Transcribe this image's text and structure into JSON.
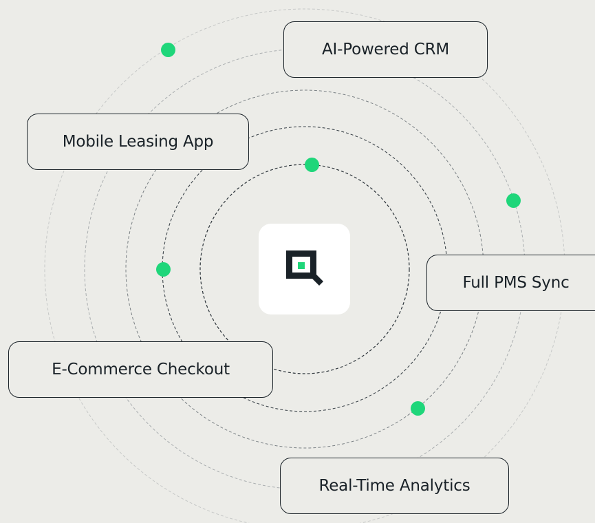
{
  "colors": {
    "background": "#ecece8",
    "accent": "#1fd67a",
    "ink": "#1a2228",
    "card": "#ffffff"
  },
  "center_logo": {
    "icon": "magnifier-square-logo-icon"
  },
  "features": [
    {
      "id": "ai-powered-crm",
      "label": "AI-Powered CRM"
    },
    {
      "id": "mobile-leasing-app",
      "label": "Mobile Leasing App"
    },
    {
      "id": "full-pms-sync",
      "label": "Full PMS Sync"
    },
    {
      "id": "e-commerce-checkout",
      "label": "E-Commerce Checkout"
    },
    {
      "id": "real-time-analytics",
      "label": "Real-Time Analytics"
    }
  ]
}
